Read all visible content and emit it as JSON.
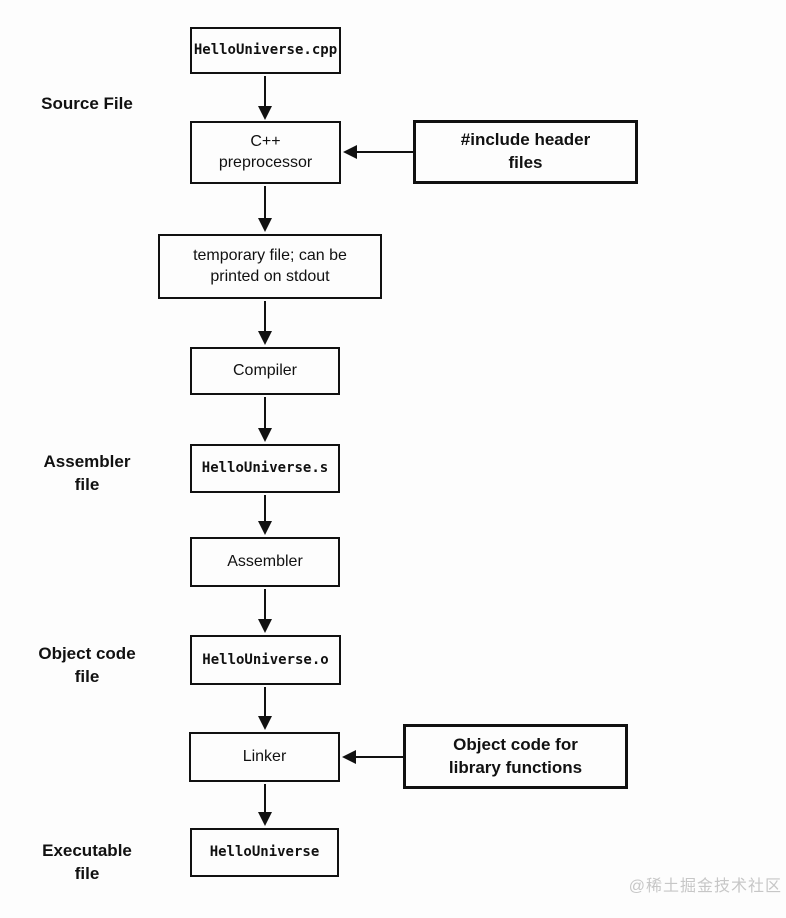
{
  "diagram": {
    "nodes": {
      "source_file": {
        "label": "HelloUniverse.cpp"
      },
      "preprocessor": {
        "lines": [
          "C++",
          "preprocessor"
        ]
      },
      "include_note": {
        "lines": [
          "#include header",
          "files"
        ]
      },
      "temp_file": {
        "lines": [
          "temporary file; can be",
          "printed on stdout"
        ]
      },
      "compiler": {
        "label": "Compiler"
      },
      "assembler_file": {
        "label": "HelloUniverse.s"
      },
      "assembler": {
        "label": "Assembler"
      },
      "object_file": {
        "label": "HelloUniverse.o"
      },
      "linker": {
        "label": "Linker"
      },
      "objcode_note": {
        "lines": [
          "Object code for",
          "library functions"
        ]
      },
      "executable": {
        "label": "HelloUniverse"
      }
    },
    "side_labels": {
      "source": {
        "lines": [
          "Source File",
          ""
        ]
      },
      "assembler": {
        "lines": [
          "Assembler",
          "file"
        ]
      },
      "object_code": {
        "lines": [
          "Object code",
          "file"
        ]
      },
      "executable": {
        "lines": [
          "Executable",
          "file"
        ]
      }
    },
    "watermark": "@稀土掘金技术社区",
    "colors": {
      "ink": "#111111",
      "background": "#fdfdfd",
      "watermark": "#c7c7c7"
    }
  }
}
